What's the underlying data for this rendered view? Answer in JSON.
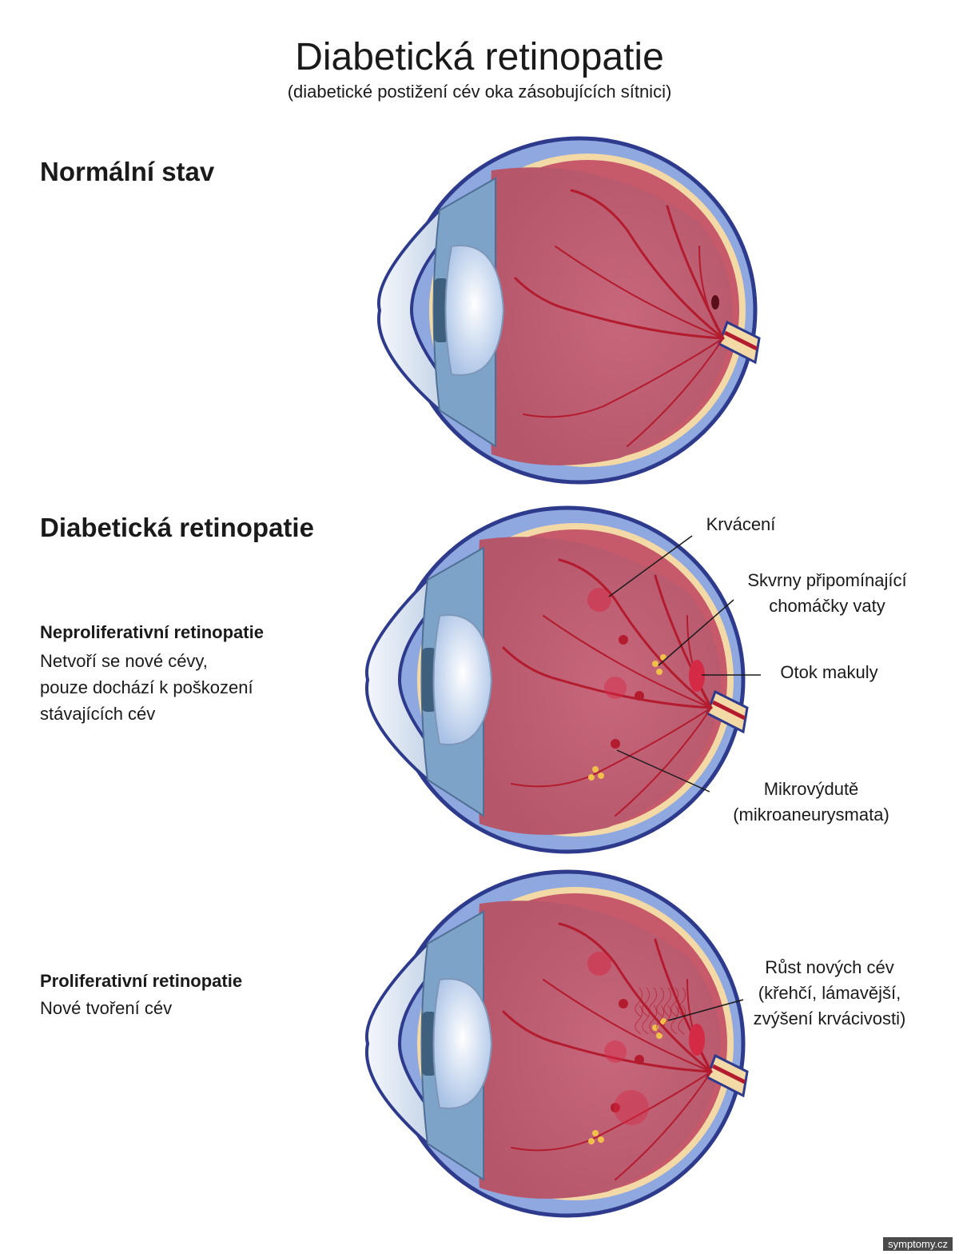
{
  "header": {
    "title": "Diabetická retinopatie",
    "subtitle": "(diabetické postižení cév oka zásobujících sítnici)"
  },
  "sections": {
    "normal": {
      "heading": "Normální stav"
    },
    "retinopathy": {
      "heading": "Diabetická retinopatie"
    }
  },
  "stages": {
    "nonproliferative": {
      "title": "Neproliferativní retinopatie",
      "lines": [
        "Netvoří se nové cévy,",
        "pouze dochází k poškození",
        "stávajících cév"
      ]
    },
    "proliferative": {
      "title": "Proliferativní retinopatie",
      "lines": [
        "Nové tvoření cév"
      ]
    }
  },
  "labels": {
    "hemorrhage": [
      "Krvácení"
    ],
    "cotton_wool": [
      "Skvrny připomínající",
      "chomáčky vaty"
    ],
    "macular_edema": [
      "Otok makuly"
    ],
    "microaneurysms": [
      "Mikrovýdutě",
      "(mikroaneurysmata)"
    ],
    "neovascularization": [
      "Růst nových cév",
      "(křehčí, lámavější,",
      "zvýšení krvácivosti)"
    ]
  },
  "colors": {
    "sclera_outline": "#2e3a8c",
    "choroid_blue": "#8fa8e0",
    "retina_cream": "#f3d9a6",
    "vitreous": "#b5566a",
    "vessel": "#b31b2e",
    "hemorrhage": "#d42a45",
    "exudate": "#f0c04a",
    "lens": "#dfe9f7"
  },
  "icons": [
    "eye-normal-illustration",
    "eye-nonproliferative-illustration",
    "eye-proliferative-illustration"
  ],
  "watermark": "symptomy.cz"
}
